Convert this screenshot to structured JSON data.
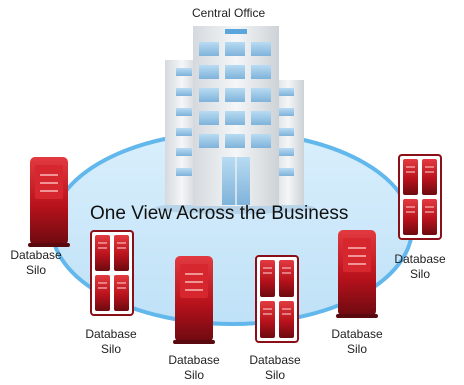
{
  "diagram": {
    "office_label": "Central Office",
    "center_text": "One View Across the Business",
    "silo_label": "Database\nSilo",
    "colors": {
      "ellipse_fill": "#c9e6f9",
      "ellipse_stroke": "#5fb7ec",
      "server_red": "#c0141f",
      "server_dark": "#7a0b12",
      "building_glass": "#9fc8e6",
      "building_wall": "#e6e9ec"
    },
    "silos": [
      {
        "id": "silo-1",
        "label": "Database\nSilo"
      },
      {
        "id": "silo-2",
        "label": "Database\nSilo"
      },
      {
        "id": "silo-3",
        "label": "Database\nSilo"
      },
      {
        "id": "silo-4",
        "label": "Database\nSilo"
      },
      {
        "id": "silo-5",
        "label": "Database\nSilo"
      },
      {
        "id": "silo-6",
        "label": "Database\nSilo"
      }
    ]
  }
}
